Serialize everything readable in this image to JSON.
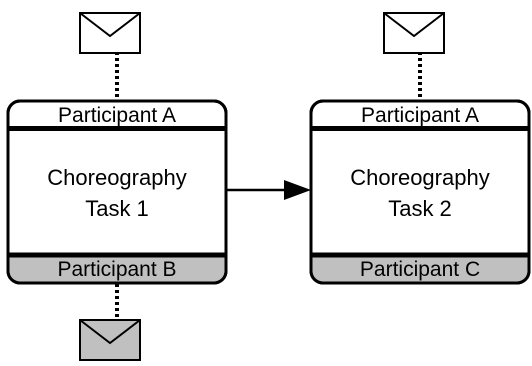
{
  "diagram": {
    "tasks": [
      {
        "name_line1": "Choreography",
        "name_line2": "Task 1",
        "top_participant": "Participant A",
        "bottom_participant": "Participant B",
        "top_band_color": "#ffffff",
        "bottom_band_color": "#c0c0c0"
      },
      {
        "name_line1": "Choreography",
        "name_line2": "Task 2",
        "top_participant": "Participant A",
        "bottom_participant": "Participant C",
        "top_band_color": "#ffffff",
        "bottom_band_color": "#c0c0c0"
      }
    ],
    "messages": [
      {
        "icon": "envelope-icon",
        "attached_to": "Task 1 top",
        "fill": "#ffffff"
      },
      {
        "icon": "envelope-icon",
        "attached_to": "Task 1 bottom",
        "fill": "#c0c0c0"
      },
      {
        "icon": "envelope-icon",
        "attached_to": "Task 2 top",
        "fill": "#ffffff"
      }
    ],
    "sequence_flow": {
      "from": "Task 1",
      "to": "Task 2"
    },
    "colors": {
      "stroke": "#000000",
      "initiating_band": "#ffffff",
      "non_initiating_band": "#c0c0c0"
    }
  }
}
